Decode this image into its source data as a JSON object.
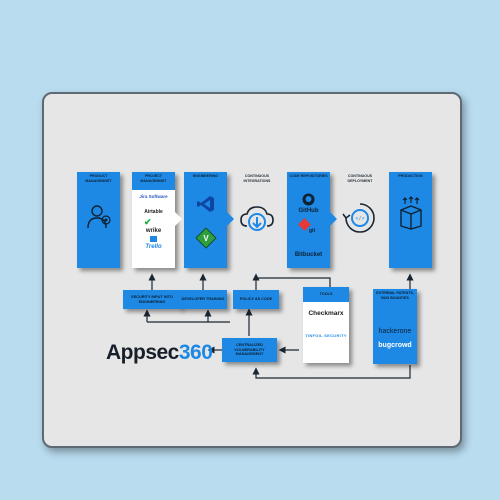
{
  "stages": [
    {
      "id": "product",
      "label": "PRODUCT MANAGEMNET"
    },
    {
      "id": "project",
      "label": "PROJECT MANAGEMNET"
    },
    {
      "id": "engineering",
      "label": "ENGINEERING"
    },
    {
      "id": "code",
      "label": "CODE REPOSITORIES"
    },
    {
      "id": "production",
      "label": "PRODUCTION"
    }
  ],
  "connectors": {
    "ci": "CONTINUOUS INTEGRATIONS",
    "cd": "CONTINUOUS DEPLOYMENT"
  },
  "project_tools": [
    "Jira Software",
    "Airtable",
    "wrike",
    "Trello"
  ],
  "code_tools": [
    "GitHub",
    "git",
    "Bitbucket"
  ],
  "engineering_tools": [
    "VS Code",
    "Vim"
  ],
  "boxes": {
    "security_input": "SECURITY INPUT INTO ENGINEERING",
    "developer_training": "DEVELOPER TRAINING",
    "policy_as_code": "POLICY AS CODE",
    "tools": "TOOLS",
    "external": "EXTERNAL PATENTS, BUG BOUNTIES",
    "centralized": "CENTRALIZED VULNERABILITY MANAGEMENT"
  },
  "tools_list": [
    "Checkmarx",
    "TINFOIL SECURITY"
  ],
  "bounty_list": [
    "hackerone",
    "bugcrowd"
  ],
  "logo": {
    "text": "Appsec",
    "number": "360"
  },
  "colors": {
    "accent": "#1e88e5",
    "background": "#b9dcef",
    "panel": "#e6e6e6"
  }
}
